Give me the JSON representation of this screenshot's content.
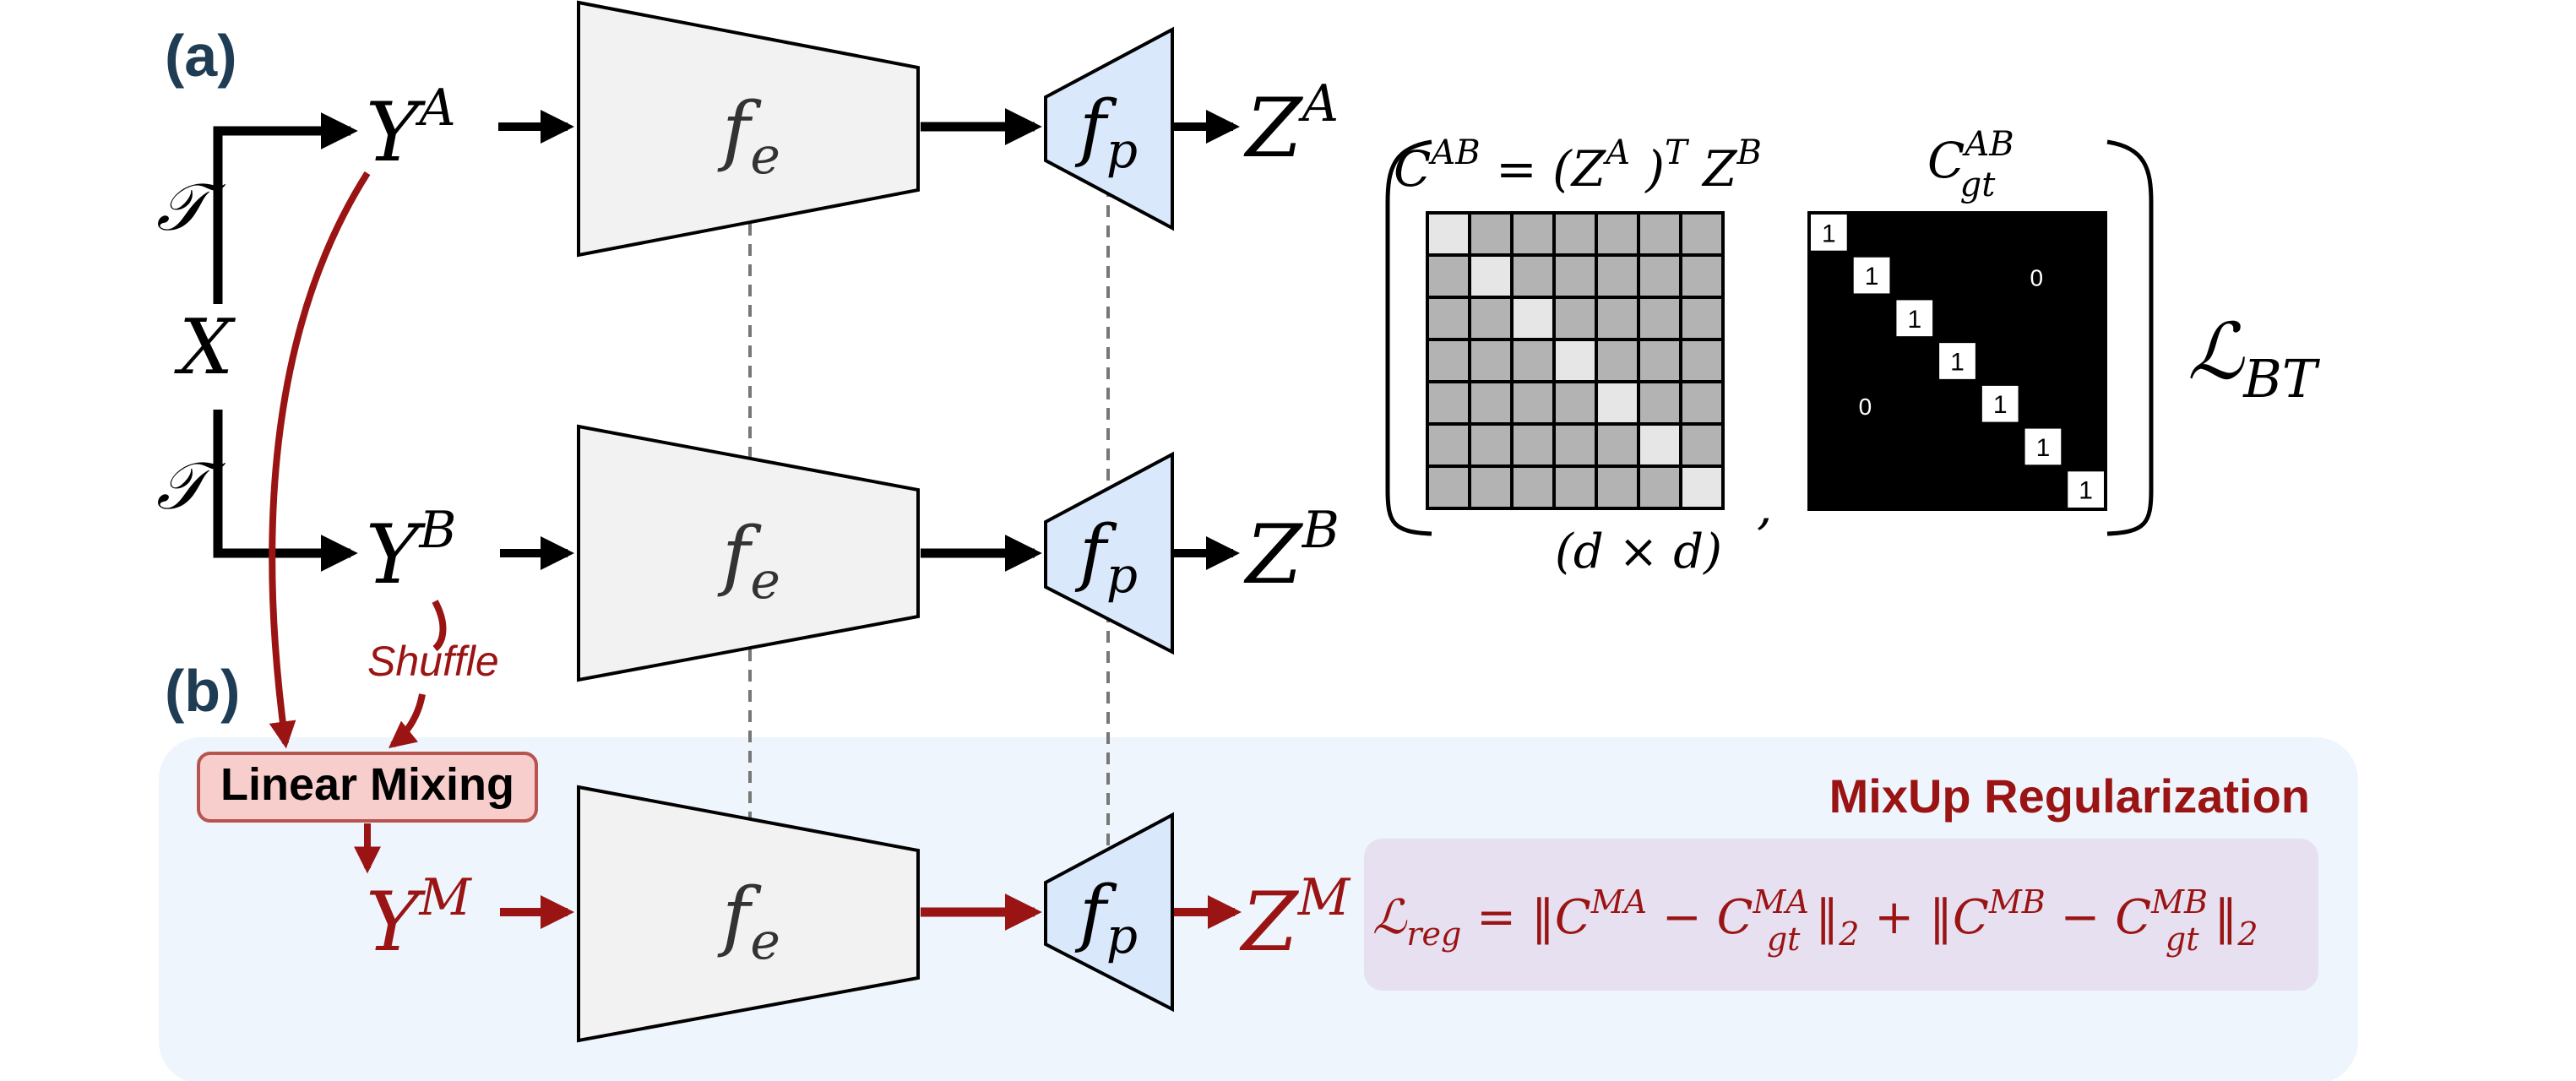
{
  "panel_a_label": "(a)",
  "panel_b_label": "(b)",
  "transform_symbol": "𝒯",
  "input_symbol": "X",
  "views": {
    "ya_base": "Y",
    "ya_sup": "A",
    "yb_base": "Y",
    "yb_sup": "B",
    "ym_base": "Y",
    "ym_sup": "M"
  },
  "outputs": {
    "za_base": "Z",
    "za_sup": "A",
    "zb_base": "Z",
    "zb_sup": "B",
    "zm_base": "Z",
    "zm_sup": "M"
  },
  "encoder_label": {
    "base": "f",
    "sub": "e"
  },
  "projector_label": {
    "base": "f",
    "sub": "p"
  },
  "shuffle_label": "Shuffle",
  "linear_mixing_label": "Linear Mixing",
  "mixup_title": "MixUp Regularization",
  "cross_corr": {
    "lhs": "C",
    "lhs_sup": "AB",
    "rhs": "= (Z",
    "rhs_sup1": "A",
    "rhs_mid": ")",
    "rhs_sup2": "T",
    "rhs_end": "Z",
    "rhs_sup3": "B",
    "dim": "(d × d)",
    "comma": ","
  },
  "ground_truth": {
    "base": "C",
    "sup": "AB",
    "sub": "gt",
    "diag_value": "1",
    "offdiag_value": "0",
    "size": 7
  },
  "loss_bt": {
    "base": "ℒ",
    "sub": "BT"
  },
  "loss_reg": {
    "lhs": "ℒ",
    "lhs_sub": "reg",
    "t1": "= ‖C",
    "t1_sup": "MA",
    "t2": " − C",
    "t2_sup": "MA",
    "t2_sub": "gt",
    "t3": "‖",
    "t3_sub": "2",
    "t4": " + ‖C",
    "t4_sup": "MB",
    "t5": " − C",
    "t5_sup": "MB",
    "t5_sub": "gt",
    "t6": "‖",
    "t6_sub": "2"
  },
  "colors": {
    "dark_red": "#9a1414",
    "navy": "#1f3c55",
    "encoder_fill": "#f2f2f2",
    "projector_fill": "#dae8fc",
    "region_bg": "#eef5fd",
    "loss_box": "#e6e0f0",
    "mixing_fill": "#f8cecc",
    "mixing_border": "#b85450",
    "cell_gray": "#b3b3b3",
    "cell_diag": "#e6e6e6"
  }
}
